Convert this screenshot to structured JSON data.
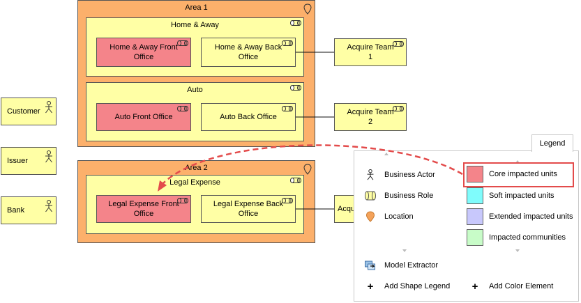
{
  "areas": [
    {
      "title": "Area 1"
    },
    {
      "title": "Area 2"
    }
  ],
  "groups": [
    {
      "title": "Home & Away"
    },
    {
      "title": "Auto"
    },
    {
      "title": "Legal Expense"
    }
  ],
  "nodes": {
    "home_front": "Home & Away Front Office",
    "home_back": "Home & Away Back Office",
    "auto_front": "Auto Front Office",
    "auto_back": "Auto Back Office",
    "legal_front": "Legal Expense Front Office",
    "legal_back": "Legal Expense Back Office",
    "acquire1": "Acquire Team 1",
    "acquire2": "Acquire Team 2",
    "acquire3": "Acqui"
  },
  "actors": [
    "Customer",
    "Issuer",
    "Bank"
  ],
  "legend": {
    "tab_label": "Legend",
    "shape_items": [
      "Business Actor",
      "Business Role",
      "Location"
    ],
    "color_items": [
      {
        "label": "Core impacted units",
        "color": "#f4848a"
      },
      {
        "label": "Soft impacted units",
        "color": "#7ffcfc"
      },
      {
        "label": "Extended impacted units",
        "color": "#c8c8fc"
      },
      {
        "label": "Impacted communities",
        "color": "#c8fcc8"
      }
    ],
    "model_extractor": "Model Extractor",
    "add_shape": "Add Shape Legend",
    "add_color": "Add Color Element"
  },
  "colors": {
    "area_fill": "#fcb06b",
    "group_fill": "#ffffa5",
    "core_fill": "#f4848a",
    "highlight": "#e34b4b"
  }
}
